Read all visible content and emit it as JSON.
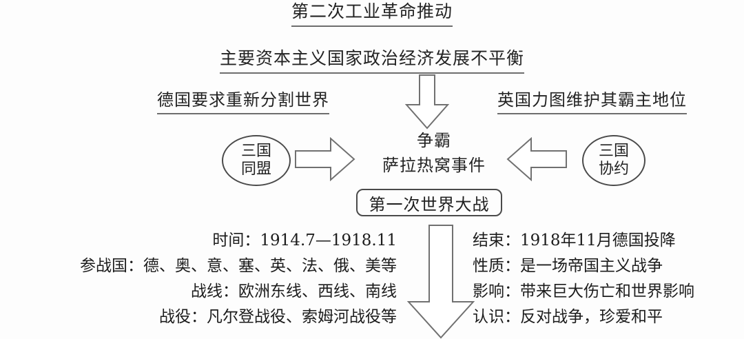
{
  "diagram": {
    "title": "第二次工业革命推动",
    "subtitle": "主要资本主义国家政治经济发展不平衡",
    "left_cause": "德国要求重新分割世界",
    "right_cause": "英国力图维护其霸主地位",
    "center": {
      "line1": "争霸",
      "line2": "萨拉热窝事件"
    },
    "alliance_node": {
      "line1": "三国",
      "line2": "同盟"
    },
    "entente_node": {
      "line1": "三国",
      "line2": "协约"
    },
    "war_box": "第一次世界大战",
    "details_left": [
      "时间：1914.7—1918.11",
      "参战国：德、奥、意、塞、英、法、俄、美等",
      "战线：欧洲东线、西线、南线",
      "战役：凡尔登战役、索姆河战役等"
    ],
    "details_right": [
      "结束：1918年11月德国投降",
      "性质：是一场帝国主义战争",
      "影响：带来巨大伤亡和世界影响",
      "认识：反对战争，珍爱和平"
    ],
    "colors": {
      "background": "#fdfdfd",
      "text": "#1c1c1c",
      "stroke": "#4a4a4a",
      "underline": "#6d6d6d"
    }
  }
}
